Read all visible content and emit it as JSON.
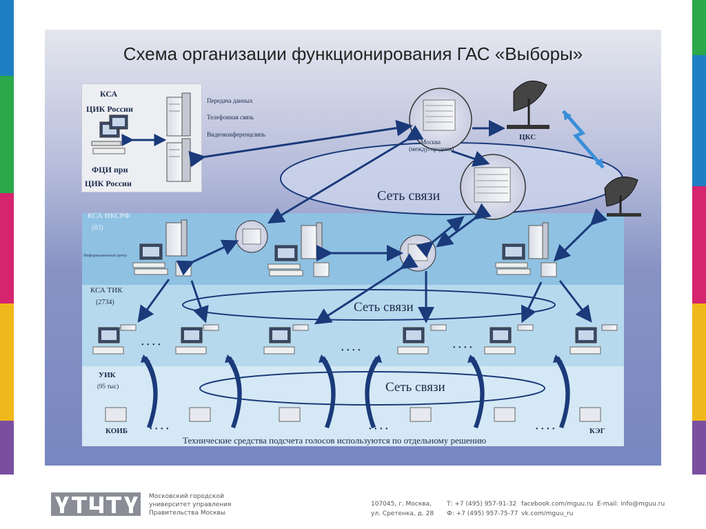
{
  "slide": {
    "title": "Схема организации функционирования ГАС «Выборы»"
  },
  "cik_box": {
    "ksa_line1": "КСА",
    "ksa_line2": "ЦИК России",
    "fci_line1": "ФЦИ при",
    "fci_line2": "ЦИК России",
    "services": [
      "Передача данных",
      "Телефонная связь",
      "Видеоконференцсвязь"
    ]
  },
  "moscow_node": {
    "line1": "Москва",
    "line2": "(междугородняя)"
  },
  "satellite": {
    "label": "ЦКС"
  },
  "networks": [
    "Сеть связи",
    "Сеть связи",
    "Сеть связи"
  ],
  "levels": {
    "iksrf": {
      "name": "КСА ИКСРФ",
      "count": "(83)",
      "center": "Информационный центр"
    },
    "tik": {
      "name": "КСА ТИК",
      "count": "(2734)"
    },
    "uik": {
      "name": "УИК",
      "count": "(95 тыс)"
    }
  },
  "ellipsis": "• • • •",
  "device_labels": {
    "left": "КОИБ",
    "right": "КЭГ"
  },
  "bottom_note": "Технические средства подсчета голосов используются по отдельному решению",
  "footer": {
    "org_line1": "Московский городской",
    "org_line2": "университет управления",
    "org_line3": "Правительства Москвы",
    "address_line1": "107045, г. Москва,",
    "address_line2": "ул. Сретенка, д. 28",
    "phone": "Т: +7 (495) 957-91-32",
    "fax": "Ф: +7 (495) 957-75-77",
    "facebook": "facebook.com/mguu.ru",
    "vk": "vk.com/mguu_ru",
    "email": "E-mail: info@mguu.ru"
  },
  "colors": {
    "edge_strips": [
      "#1f7fc4",
      "#2aa84a",
      "#d6246e",
      "#f0b81a",
      "#7a4fa0"
    ],
    "arrow": "#1a3a7a",
    "satellite_link": "#3a8fd8"
  },
  "icons": [
    "server-rack-icon",
    "computer-icon",
    "router-icon",
    "satellite-dish-icon",
    "voting-device-icon",
    "refresh-arrow-icon"
  ]
}
